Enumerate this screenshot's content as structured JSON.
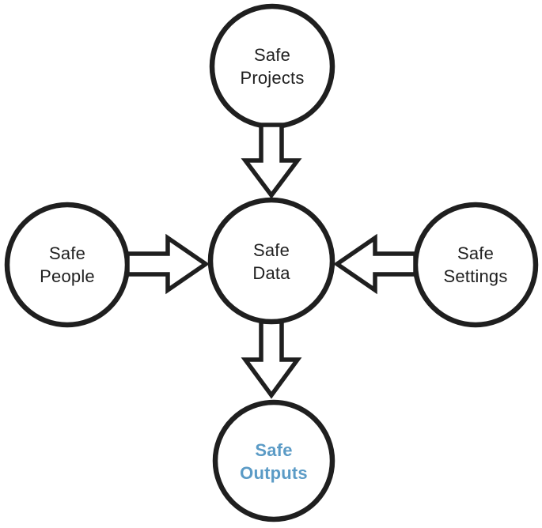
{
  "diagram": {
    "nodes": {
      "top": {
        "id": "safe-projects",
        "line1": "Safe",
        "line2": "Projects"
      },
      "left": {
        "id": "safe-people",
        "line1": "Safe",
        "line2": "People"
      },
      "center": {
        "id": "safe-data",
        "line1": "Safe",
        "line2": "Data"
      },
      "right": {
        "id": "safe-settings",
        "line1": "Safe",
        "line2": "Settings"
      },
      "bottom": {
        "id": "safe-outputs",
        "line1": "Safe",
        "line2": "Outputs"
      }
    },
    "arrows": [
      {
        "name": "top-to-center",
        "direction": "down"
      },
      {
        "name": "left-to-center",
        "direction": "right"
      },
      {
        "name": "right-to-center",
        "direction": "left"
      },
      {
        "name": "center-to-bottom",
        "direction": "down"
      }
    ],
    "colors": {
      "outline": "#1f1f1f",
      "node_fill": "#ffffff",
      "text": "#212121",
      "highlight_text": "#5b9bc6",
      "background": "#ffffff"
    }
  }
}
